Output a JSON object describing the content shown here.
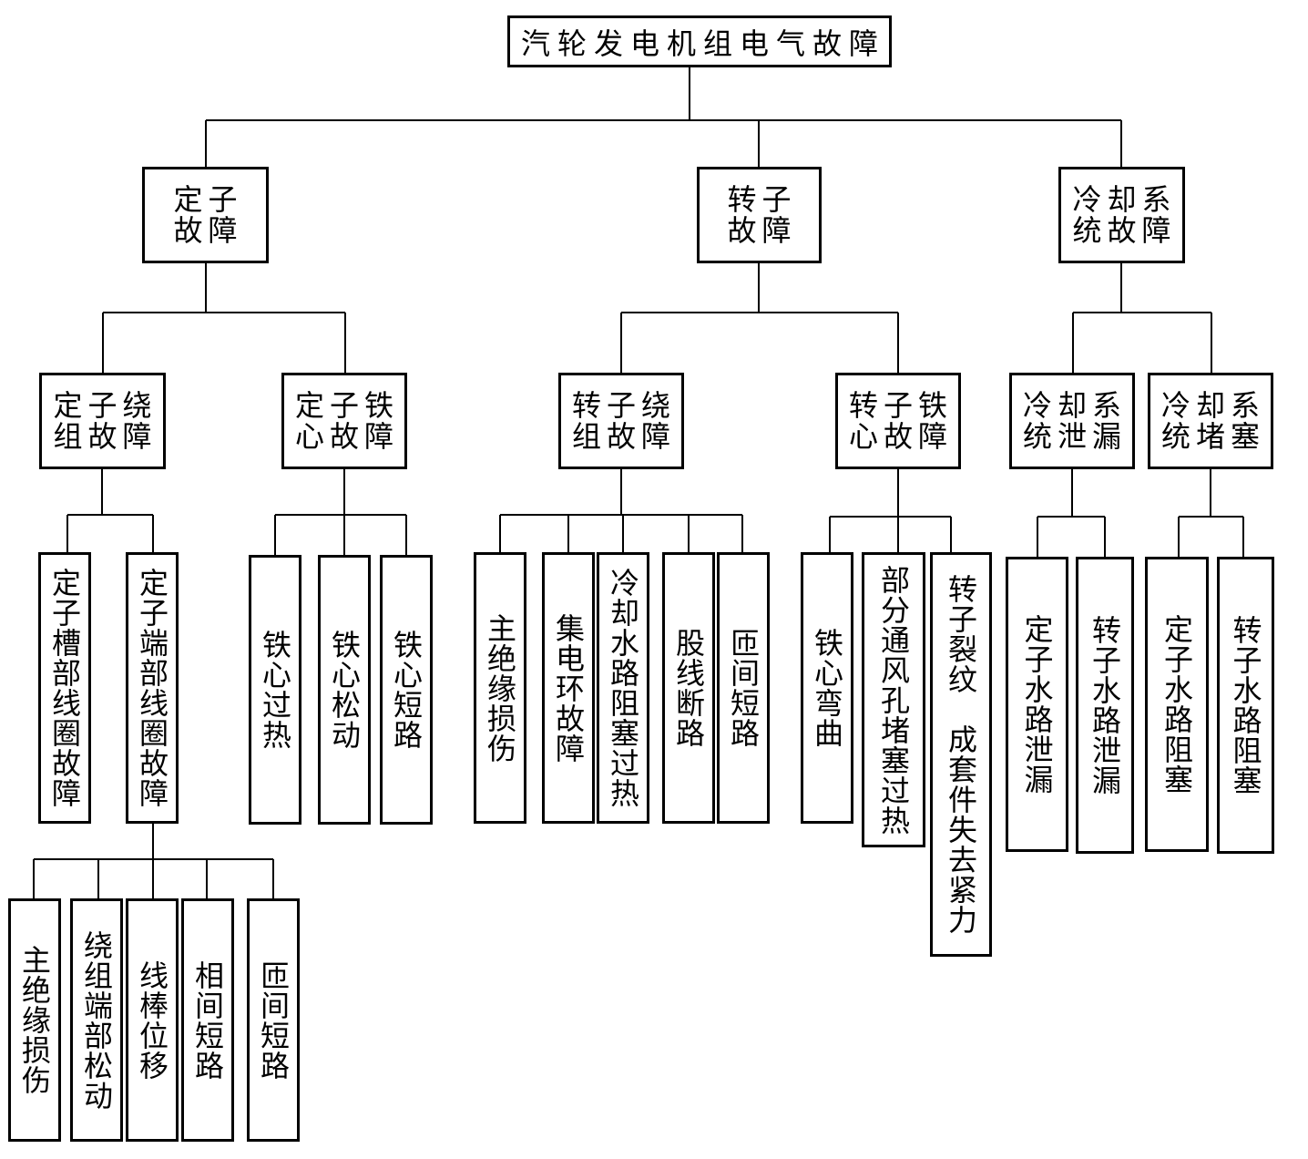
{
  "root": "汽轮发电机组电气故障",
  "level1": {
    "stator": "定子\n故障",
    "rotor": "转子\n故障",
    "cooling": "冷却系\n统故障"
  },
  "level2": {
    "stator_winding": "定子绕\n组故障",
    "stator_core": "定子铁\n心故障",
    "rotor_winding": "转子绕\n组故障",
    "rotor_core": "转子铁\n心故障",
    "cooling_leak": "冷却系\n统泄漏",
    "cooling_block": "冷却系\n统堵塞"
  },
  "level3": {
    "stator_slot_coil": "定子槽部线圈故障",
    "stator_end_coil": "定子端部线圈故障",
    "core_overheat": "铁心过热",
    "core_loose": "铁心松动",
    "core_short": "铁心短路",
    "rotor_main_insulation": "主绝缘损伤",
    "collector_ring": "集电环故障",
    "cooling_water_block_overheat": "冷却水路阻塞过热",
    "strand_break": "股线断路",
    "rotor_turn_short": "匝间短路",
    "rotor_core_bend": "铁心弯曲",
    "vent_block_overheat": "部分通风孔堵塞过热",
    "rotor_crack_loose": "转子裂纹　成套件失去紧力",
    "stator_water_leak": "定子水路泄漏",
    "rotor_water_leak": "转子水路泄漏",
    "stator_water_block": "定子水路阻塞",
    "rotor_water_block": "转子水路阻塞"
  },
  "level4": {
    "main_insulation": "主绝缘损伤",
    "end_loose": "绕组端部松动",
    "bar_displacement": "线棒位移",
    "phase_short": "相间短路",
    "turn_short": "匝间短路"
  }
}
